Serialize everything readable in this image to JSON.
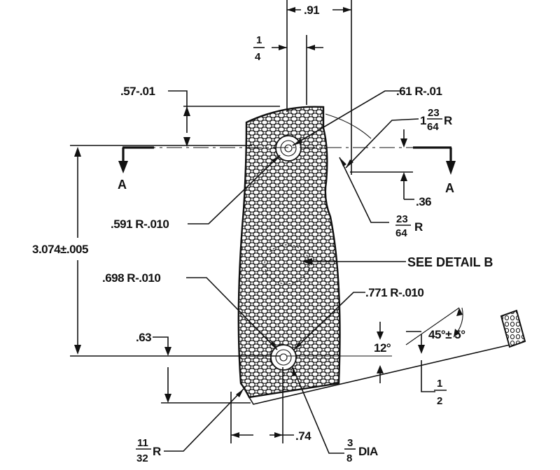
{
  "labels": {
    "dim_91": ".91",
    "dim_quarter_num": "1",
    "dim_quarter_den": "4",
    "dim_57": ".57-.01",
    "dim_61r": ".61 R-.01",
    "dim_1_23_64_whole": "1",
    "dim_1_23_64_num": "23",
    "dim_1_23_64_den": "64",
    "dim_1_23_64_r": "R",
    "section_a_left": "A",
    "section_a_right": "A",
    "dim_36": ".36",
    "dim_591r": ".591 R-.010",
    "dim_23_64_num": "23",
    "dim_23_64_den": "64",
    "dim_23_64_r": "R",
    "dim_3074": "3.074±.005",
    "see_detail": "SEE DETAIL B",
    "dim_698r": ".698 R-.010",
    "dim_771r": ".771 R-.010",
    "dim_45": "45°± 5°",
    "dim_63": ".63",
    "dim_12deg": "12°",
    "dim_half_num": "1",
    "dim_half_den": "2",
    "dim_11_32_num": "11",
    "dim_11_32_den": "32",
    "dim_11_32_r": "R",
    "dim_74": ".74",
    "dim_3_8_num": "3",
    "dim_3_8_den": "8",
    "dim_3_8_dia": "DIA"
  }
}
